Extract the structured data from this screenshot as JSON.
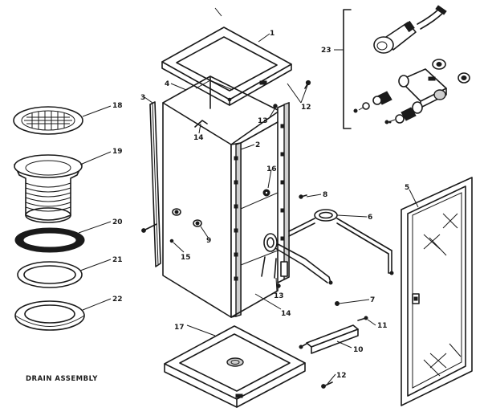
{
  "callouts": {
    "c1": "1",
    "c2": "2",
    "c3": "3",
    "c4": "4",
    "c5": "5",
    "c6": "6",
    "c7": "7",
    "c8": "8",
    "c9": "9",
    "c10": "10",
    "c11": "11",
    "c12a": "12",
    "c12b": "12",
    "c13a": "13",
    "c13b": "13",
    "c14a": "14",
    "c14b": "14",
    "c15": "15",
    "c16": "16",
    "c17": "17",
    "c18": "18",
    "c19": "19",
    "c20": "20",
    "c21": "21",
    "c22": "22",
    "c23": "23"
  },
  "caption": "DRAIN ASSEMBLY"
}
